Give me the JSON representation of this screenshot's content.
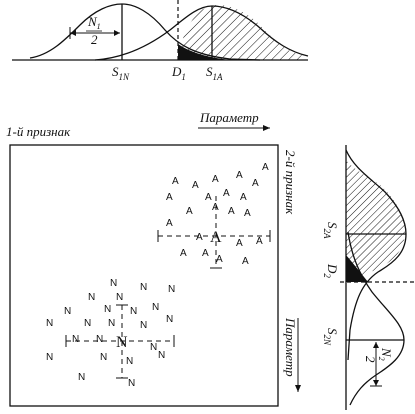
{
  "top_curves": {
    "n_half_num": "N",
    "n_half_num_sub": "1",
    "n_half_den": "2",
    "s1n_main": "S",
    "s1n_sub": "1N",
    "d1_main": "D",
    "d1_sub": "1",
    "s1a_main": "S",
    "s1a_sub": "1A"
  },
  "scatter": {
    "feature1_label": "1-й признак",
    "param_top": "Параметр",
    "feature2_label": "2-й признак",
    "param_right": "Параметр",
    "class_a_symbol": "A",
    "class_n_symbol": "N",
    "a_points_count": 22,
    "n_points_count": 23
  },
  "right_curves": {
    "s2a_main": "S",
    "s2a_sub": "2A",
    "d2_main": "D",
    "d2_sub": "2",
    "s2n_main": "S",
    "s2n_sub": "2N",
    "n_half_num": "N",
    "n_half_num_sub": "2",
    "n_half_den": "2"
  }
}
